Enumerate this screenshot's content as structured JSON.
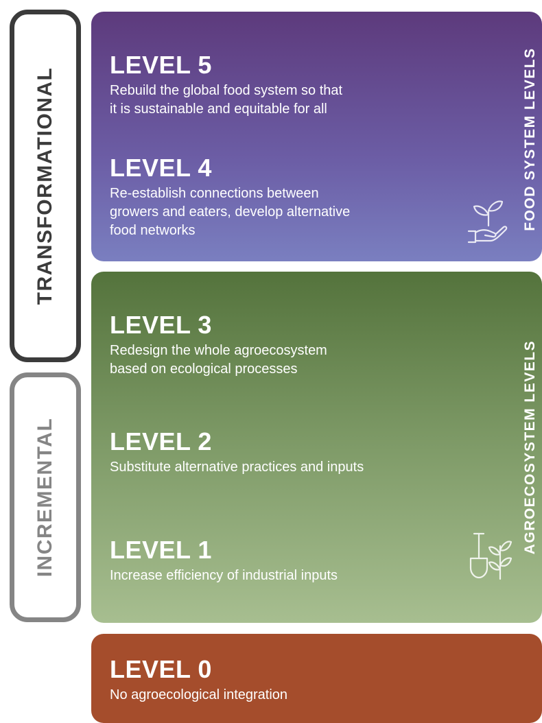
{
  "brackets": {
    "transformational": "TRANSFORMATIONAL",
    "incremental": "INCREMENTAL"
  },
  "panels": {
    "food_system": {
      "side_label": "FOOD SYSTEM LEVELS",
      "icon": "hand-seedling-icon",
      "color_top": "#5d3a7c",
      "color_bottom": "#7a7fc0"
    },
    "agroecosystem": {
      "side_label": "AGROECOSYSTEM LEVELS",
      "icon": "shovel-plant-icon",
      "color_top": "#54733c",
      "color_bottom": "#a7be90"
    },
    "baseline": {
      "color": "#a54d2c"
    }
  },
  "levels": [
    {
      "title": "LEVEL 5",
      "description": "Rebuild the global food system so that\nit is sustainable and equitable for all"
    },
    {
      "title": "LEVEL 4",
      "description": "Re-establish connections between\ngrowers and eaters, develop alternative\nfood networks"
    },
    {
      "title": "LEVEL 3",
      "description": "Redesign the whole agroecosystem\nbased on ecological processes"
    },
    {
      "title": "LEVEL 2",
      "description": "Substitute alternative practices and inputs"
    },
    {
      "title": "LEVEL 1",
      "description": "Increase efficiency of industrial inputs"
    },
    {
      "title": "LEVEL 0",
      "description": "No agroecological integration"
    }
  ]
}
